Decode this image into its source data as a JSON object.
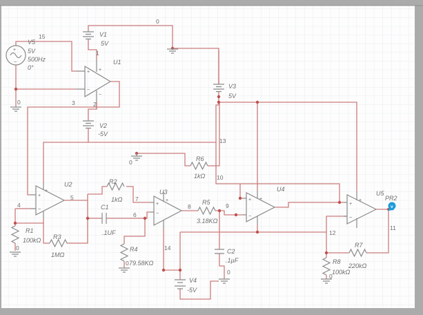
{
  "app": {
    "canvas": "schematic-capture-sheet"
  },
  "colors": {
    "wire": "#cc7c7c",
    "component": "#8a8a8a",
    "text": "#6e6e6e",
    "junction": "#c0504d",
    "probe": "#1f9cd9",
    "frame": "#ababab",
    "grid": "#e9ebee"
  },
  "symbols": {
    "plus": "+",
    "minus": "−"
  },
  "components": {
    "V5": {
      "ref": "V5",
      "value": "5V",
      "freq": "500Hz",
      "phase": "0°",
      "type": "ac-source"
    },
    "V1": {
      "ref": "V1",
      "value": "5V",
      "type": "battery"
    },
    "V2": {
      "ref": "V2",
      "value": "-5V",
      "type": "battery"
    },
    "V3": {
      "ref": "V3",
      "value": "5V",
      "type": "battery"
    },
    "V4": {
      "ref": "V4",
      "value": "-5V",
      "type": "battery"
    },
    "U1": {
      "ref": "U1",
      "type": "opamp"
    },
    "U2": {
      "ref": "U2",
      "type": "opamp"
    },
    "U3": {
      "ref": "U3",
      "type": "opamp"
    },
    "U4": {
      "ref": "U4",
      "type": "opamp"
    },
    "U5": {
      "ref": "U5",
      "type": "opamp"
    },
    "R1": {
      "ref": "R1",
      "value": "100kΩ"
    },
    "R2": {
      "ref": "R2",
      "value": "1kΩ"
    },
    "R3": {
      "ref": "R3",
      "value": "1MΩ"
    },
    "R4": {
      "ref": "R4",
      "value": "79.58KΩ"
    },
    "R5": {
      "ref": "R5",
      "value": "3.18KΩ"
    },
    "R6": {
      "ref": "R6",
      "value": "1kΩ"
    },
    "R7": {
      "ref": "R7",
      "value": "220kΩ"
    },
    "R8": {
      "ref": "R8",
      "value": "100kΩ"
    },
    "C1": {
      "ref": "C1",
      "value": ".1UF"
    },
    "C2": {
      "ref": "C2",
      "value": ".1µF"
    },
    "PR2": {
      "ref": "PR2",
      "glyph": "v",
      "type": "voltage-probe"
    }
  },
  "nets": {
    "n15": "15",
    "n0_top": "0",
    "n1": "1",
    "n3": "3",
    "n2": "2",
    "n13": "13",
    "n10": "10",
    "n7": "7",
    "n5": "5",
    "n4": "4",
    "n6": "6",
    "n8": "8",
    "n9": "9",
    "n14": "14",
    "n11": "11",
    "n12": "12",
    "n0_src": "0",
    "n0_gnd_mid": "0",
    "n0_r1": "0",
    "n0_r4": "0",
    "n0_c2": "0",
    "n0_r8": "0"
  }
}
